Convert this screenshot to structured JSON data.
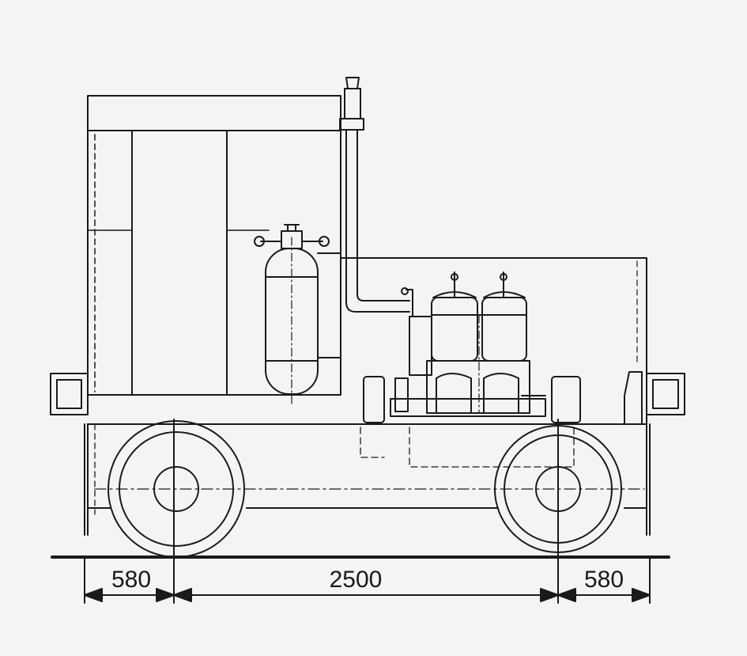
{
  "dimensions": [
    {
      "id": "front-overhang",
      "value": "580"
    },
    {
      "id": "wheelbase",
      "value": "2500"
    },
    {
      "id": "rear-overhang",
      "value": "580"
    }
  ],
  "colors": {
    "paper": "#f4f4f7",
    "ink": "#1a1a1a"
  }
}
